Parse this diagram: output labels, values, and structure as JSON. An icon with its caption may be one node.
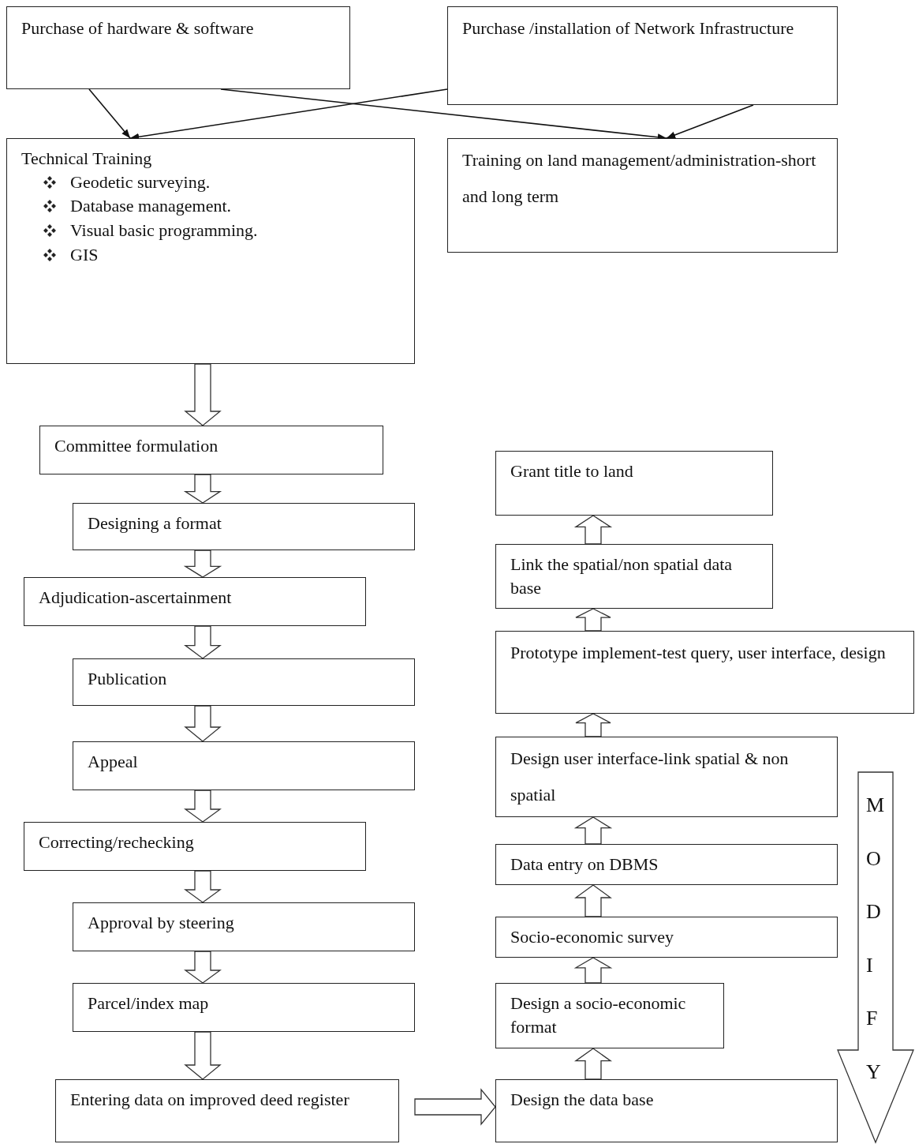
{
  "diagram": {
    "nodes": [
      {
        "text": [
          "Purchase of hardware & software"
        ]
      },
      {
        "text": [
          "Purchase /installation of Network Infrastructure"
        ]
      },
      {
        "text": [
          "Technical Training",
          "Geodetic surveying.",
          "Database management.",
          "Visual basic programming.",
          "GIS"
        ]
      },
      {
        "text": [
          "Training on land management/administration-short and long term"
        ]
      },
      {
        "text": [
          "Committee formulation"
        ]
      },
      {
        "text": [
          "Designing a format"
        ]
      },
      {
        "text": [
          "Adjudication-ascertainment"
        ]
      },
      {
        "text": [
          "Publication"
        ]
      },
      {
        "text": [
          "Appeal"
        ]
      },
      {
        "text": [
          "Correcting/rechecking"
        ]
      },
      {
        "text": [
          "Approval by steering"
        ]
      },
      {
        "text": [
          "Parcel/index map"
        ]
      },
      {
        "text": [
          "Entering data on improved deed register"
        ]
      },
      {
        "text": [
          "Design the data base"
        ]
      },
      {
        "text": [
          "Design a socio-economic format"
        ]
      },
      {
        "text": [
          "Socio-economic survey"
        ]
      },
      {
        "text": [
          "Data entry on DBMS"
        ]
      },
      {
        "text": [
          "Design user interface-link spatial & non spatial"
        ]
      },
      {
        "text": [
          "Prototype implement-test query, user interface, design"
        ]
      },
      {
        "text": [
          "Link the spatial/non spatial data base"
        ]
      },
      {
        "text": [
          "Grant title to land"
        ]
      }
    ],
    "edges": [
      {
        "from": 0,
        "to": 2,
        "arrow": "to"
      },
      {
        "from": 1,
        "to": 2,
        "arrow": "to"
      },
      {
        "from": 0,
        "to": 3,
        "arrow": "to"
      },
      {
        "from": 1,
        "to": 3,
        "arrow": "to"
      },
      {
        "from": 2,
        "to": 4,
        "arrow": "to",
        "style": "thick"
      },
      {
        "from": 4,
        "to": 5,
        "arrow": "to",
        "style": "thick"
      },
      {
        "from": 5,
        "to": 6,
        "arrow": "to",
        "style": "thick"
      },
      {
        "from": 6,
        "to": 7,
        "arrow": "to",
        "style": "thick"
      },
      {
        "from": 7,
        "to": 8,
        "arrow": "to",
        "style": "thick"
      },
      {
        "from": 8,
        "to": 9,
        "arrow": "to",
        "style": "thick"
      },
      {
        "from": 9,
        "to": 10,
        "arrow": "to",
        "style": "thick"
      },
      {
        "from": 10,
        "to": 11,
        "arrow": "to",
        "style": "thick"
      },
      {
        "from": 11,
        "to": 12,
        "arrow": "to",
        "style": "thick"
      },
      {
        "from": 12,
        "to": 13,
        "arrow": "to",
        "style": "thick"
      },
      {
        "from": 13,
        "to": 14,
        "arrow": "to",
        "style": "thick"
      },
      {
        "from": 14,
        "to": 15,
        "arrow": "to",
        "style": "thick"
      },
      {
        "from": 15,
        "to": 16,
        "arrow": "to",
        "style": "thick"
      },
      {
        "from": 16,
        "to": 17,
        "arrow": "to",
        "style": "thick"
      },
      {
        "from": 17,
        "to": 18,
        "arrow": "to",
        "style": "thick"
      },
      {
        "from": 18,
        "to": 19,
        "arrow": "to",
        "style": "thick"
      },
      {
        "from": 19,
        "to": 20,
        "arrow": "to",
        "style": "thick"
      }
    ],
    "labels": [
      "MODIFY"
    ]
  }
}
